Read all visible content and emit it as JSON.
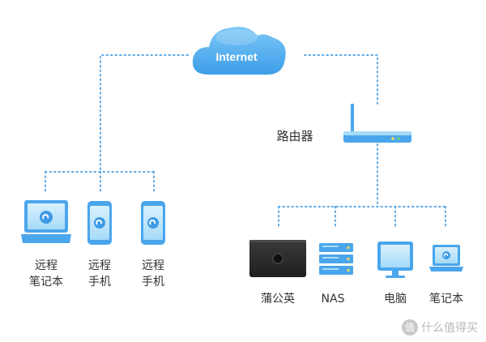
{
  "cloud": {
    "label": "Internet"
  },
  "router": {
    "label": "路由器"
  },
  "remote_devices": [
    {
      "lines": [
        "远程",
        "笔记本"
      ],
      "icon": "laptop-icon"
    },
    {
      "lines": [
        "远程",
        "手机"
      ],
      "icon": "phone-icon"
    },
    {
      "lines": [
        "远程",
        "手机"
      ],
      "icon": "phone-icon"
    }
  ],
  "local_devices": [
    {
      "label": "蒲公英",
      "icon": "pgy-box-icon"
    },
    {
      "label": "NAS",
      "icon": "nas-icon"
    },
    {
      "label": "电脑",
      "icon": "monitor-icon"
    },
    {
      "label": "笔记本",
      "icon": "laptop-icon"
    }
  ],
  "watermark": {
    "badge": "值",
    "text": "什么值得买"
  },
  "colors": {
    "cloud": "#5fb6f1",
    "line": "#5ba8e6",
    "device": "#4aa6ec",
    "device_light": "#a9dcf8",
    "box": "#2d2d2d"
  }
}
